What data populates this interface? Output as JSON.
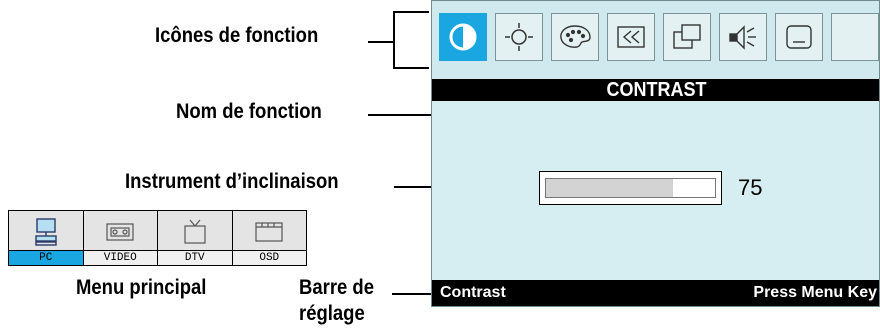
{
  "annotations": {
    "function_icons": "Icônes de fonction",
    "function_name": "Nom de fonction",
    "gauge": "Instrument d’inclinaison",
    "adjust_bar_line1": "Barre de",
    "adjust_bar_line2": "réglage",
    "main_menu": "Menu principal"
  },
  "osd": {
    "function_icons": [
      {
        "icon": "contrast-icon",
        "active": true
      },
      {
        "icon": "brightness-icon",
        "active": false
      },
      {
        "icon": "color-palette-icon",
        "active": false
      },
      {
        "icon": "rewind-icon",
        "active": false
      },
      {
        "icon": "window-position-icon",
        "active": false
      },
      {
        "icon": "speaker-volume-icon",
        "active": false
      },
      {
        "icon": "screen-size-icon",
        "active": false
      }
    ],
    "function_name": "CONTRAST",
    "gauge_value": "75",
    "gauge_level_percent": 75,
    "adjust_bar_left": "Contrast",
    "adjust_bar_right": "Press Menu Key",
    "colors": {
      "active": "#1aa6e0",
      "background": "#d6eef2"
    }
  },
  "main_menu": {
    "items": [
      {
        "label": "PC",
        "icon": "computer-icon",
        "active": true
      },
      {
        "label": "VIDEO",
        "icon": "videotape-icon",
        "active": false
      },
      {
        "label": "DTV",
        "icon": "tv-icon",
        "active": false
      },
      {
        "label": "OSD",
        "icon": "osd-screen-icon",
        "active": false
      }
    ]
  }
}
